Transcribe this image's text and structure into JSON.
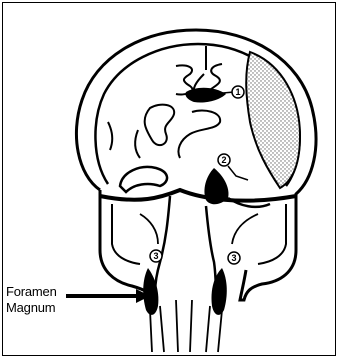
{
  "labels": {
    "foramen_line1": "Foramen",
    "foramen_line2": "Magnum"
  },
  "markers": [
    "1",
    "2",
    "3",
    "3"
  ],
  "colors": {
    "ink": "#000000",
    "paper": "#ffffff",
    "stipple": "#777777"
  }
}
